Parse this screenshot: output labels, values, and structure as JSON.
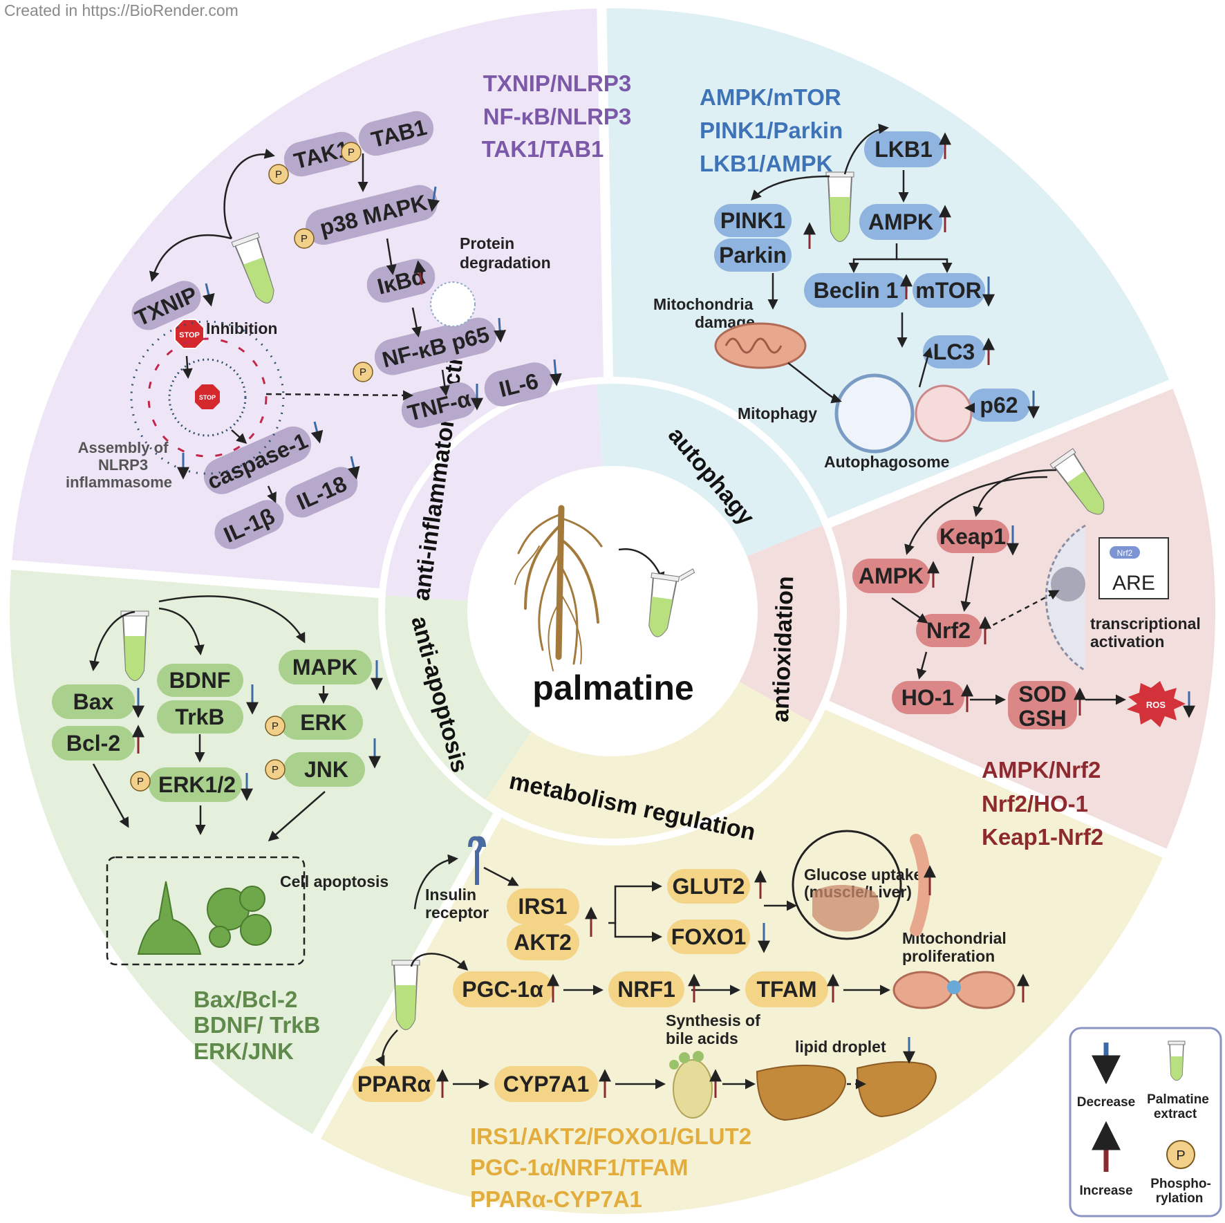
{
  "watermark": "Created in  https://BioRender.com",
  "center": {
    "title": "palmatine"
  },
  "colors": {
    "purple_bg": "#eee6f6",
    "blue_bg": "#dff0f4",
    "red_bg": "#f3dede",
    "yellow_bg": "#f5f1d4",
    "green_bg": "#e5f0dc",
    "purple_pill": "#b7a9cb",
    "blue_pill": "#8fb4df",
    "red_pill": "#dc8787",
    "yellow_pill": "#f4d487",
    "green_pill": "#a9d08d",
    "up_arrow": "#8b2a2f",
    "down_arrow": "#3b6aa6",
    "purple_text": "#7b58a8",
    "blue_text": "#3f73b8",
    "red_text": "#8d2a2f",
    "yellow_text": "#e2ad3d",
    "green_text": "#5f8a4c"
  },
  "sections": {
    "inflammatory": {
      "label": "anti-inflammatory action",
      "pathways": [
        "TXNIP/NLRP3",
        "NF-κB/NLRP3",
        "TAK1/TAB1"
      ],
      "nodes": {
        "tak1": "TAK1",
        "tab1": "TAB1",
        "p38": "p38 MAPK",
        "ikba": "IκBα",
        "nfkb": "NF-κB p65",
        "tnfa": "TNF-α",
        "il6": "IL-6",
        "txnip": "TXNIP",
        "casp1": "caspase-1",
        "il1b": "IL-1β",
        "il18": "IL-18"
      },
      "notes": {
        "protein": "Protein",
        "degradation": "degradation",
        "inhibition": "Inhibition",
        "assembly1": "Assembly of",
        "assembly2": "NLRP3",
        "assembly3": "inflammasome",
        "stop": "STOP"
      }
    },
    "autophagy": {
      "label": "autophagy",
      "pathways": [
        "AMPK/mTOR",
        "PINK1/Parkin",
        "LKB1/AMPK"
      ],
      "nodes": {
        "lkb1": "LKB1",
        "ampk": "AMPK",
        "pink1": "PINK1",
        "parkin": "Parkin",
        "beclin": "Beclin 1",
        "mtor": "mTOR",
        "lc3": "LC3",
        "p62": "p62"
      },
      "notes": {
        "mito1": "Mitochondria",
        "mito2": "damage",
        "mitophagy": "Mitophagy",
        "autophagosome": "Autophagosome"
      }
    },
    "antioxidation": {
      "label": "antioxidation",
      "pathways": [
        "AMPK/Nrf2",
        "Nrf2/HO-1",
        "Keap1-Nrf2"
      ],
      "nodes": {
        "keap1": "Keap1",
        "ampk": "AMPK",
        "nrf2": "Nrf2",
        "ho1": "HO-1",
        "sod": "SOD",
        "gsh": "GSH",
        "ros": "ROS",
        "are": "ARE",
        "nrf2_small": "Nrf2"
      },
      "notes": {
        "tx1": "transcriptional",
        "tx2": "activation"
      }
    },
    "metabolism": {
      "label": "metabolism regulation",
      "pathways": [
        "IRS1/AKT2/FOXO1/GLUT2",
        "PGC-1α/NRF1/TFAM",
        "PPARα-CYP7A1"
      ],
      "nodes": {
        "irs1": "IRS1",
        "akt2": "AKT2",
        "glut2": "GLUT2",
        "foxo1": "FOXO1",
        "pgc": "PGC-1α",
        "nrf1": "NRF1",
        "tfam": "TFAM",
        "ppar": "PPARα",
        "cyp": "CYP7A1"
      },
      "notes": {
        "ins1": "Insulin",
        "ins2": "receptor",
        "glu1": "Glucose uptake",
        "glu2": "(muscle/Liver)",
        "mp1": "Mitochondrial",
        "mp2": "proliferation",
        "bile1": "Synthesis of",
        "bile2": "bile acids",
        "lipid": "lipid droplet"
      }
    },
    "apoptosis": {
      "label": "anti-apoptosis",
      "pathways": [
        "Bax/Bcl-2",
        "BDNF/ TrkB",
        "ERK/JNK"
      ],
      "nodes": {
        "bax": "Bax",
        "bcl2": "Bcl-2",
        "bdnf": "BDNF",
        "trkb": "TrkB",
        "erk12": "ERK1/2",
        "mapk": "MAPK",
        "erk": "ERK",
        "jnk": "JNK"
      },
      "notes": {
        "cell": "Cell apoptosis"
      }
    }
  },
  "legend": {
    "decrease": "Decrease",
    "increase": "Increase",
    "extract1": "Palmatine",
    "extract2": "extract",
    "phospho1": "Phospho-",
    "phospho2": "rylation",
    "p": "P"
  }
}
